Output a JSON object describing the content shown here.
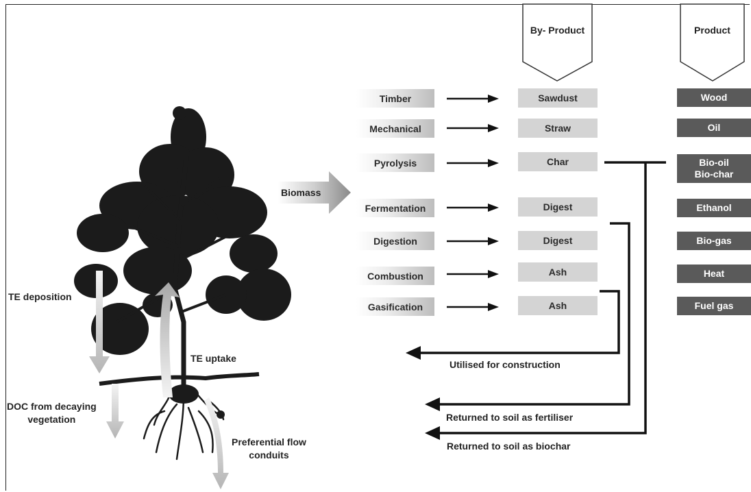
{
  "headers": {
    "byproduct": "By- Product",
    "product": "Product"
  },
  "biomass_label": "Biomass",
  "processes": [
    {
      "process": "Timber",
      "byproduct": "Sawdust"
    },
    {
      "process": "Mechanical",
      "byproduct": "Straw"
    },
    {
      "process": "Pyrolysis",
      "byproduct": "Char"
    },
    {
      "process": "Fermentation",
      "byproduct": "Digest"
    },
    {
      "process": "Digestion",
      "byproduct": "Digest"
    },
    {
      "process": "Combustion",
      "byproduct": "Ash"
    },
    {
      "process": "Gasification",
      "byproduct": "Ash"
    }
  ],
  "products": [
    "Wood",
    "Oil",
    "Bio-oil",
    "Bio-char",
    "Ethanol",
    "Bio-gas",
    "Heat",
    "Fuel gas"
  ],
  "outputs": {
    "construction": "Utilised for construction",
    "fertiliser": "Returned to soil as fertiliser",
    "biochar": "Returned to soil as biochar"
  },
  "tree_labels": {
    "te_deposition": "TE deposition",
    "te_uptake": "TE uptake",
    "doc_line1": "DOC from decaying",
    "doc_line2": "vegetation",
    "pref_line1": "Preferential flow",
    "pref_line2": "conduits"
  }
}
